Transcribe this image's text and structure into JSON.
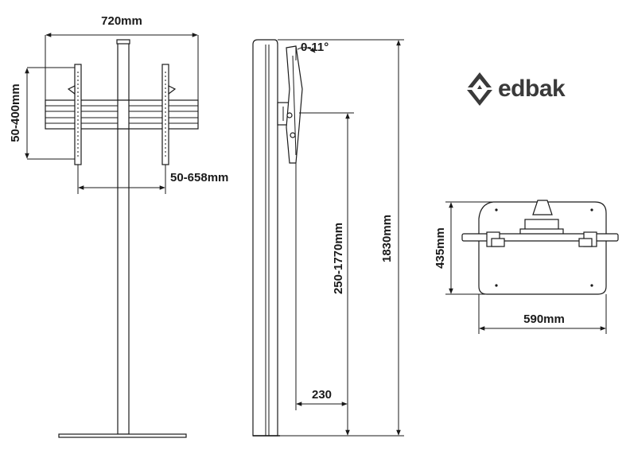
{
  "front_view": {
    "width_label": "720mm",
    "vesa_height_label": "50-400mm",
    "vesa_width_label": "50-658mm"
  },
  "side_view": {
    "tilt_label": "0-11°",
    "mount_height_label": "250-1770mm",
    "total_height_label": "1830mm",
    "depth_label": "230"
  },
  "base_view": {
    "depth_label": "435mm",
    "width_label": "590mm"
  },
  "brand": {
    "name": "edbak",
    "logo_icon": "edbak-logo-icon"
  },
  "colors": {
    "line": "#1a1a1a",
    "logo": "#3a3a3a",
    "background": "#ffffff"
  }
}
